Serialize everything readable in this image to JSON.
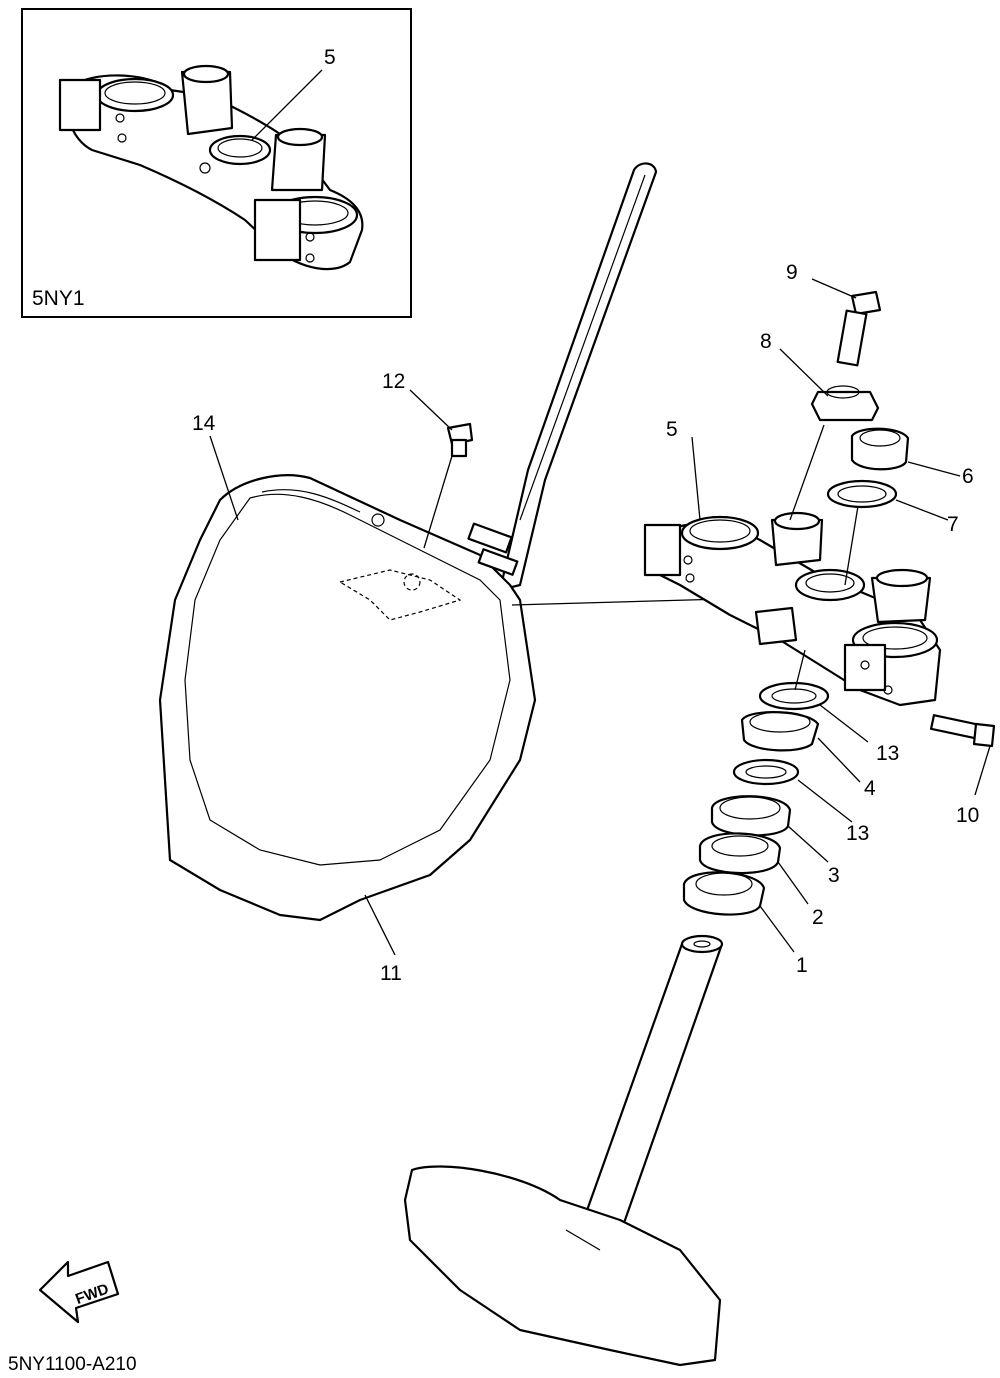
{
  "inset": {
    "model_label": "5NY1",
    "part_label": "5"
  },
  "callouts": {
    "c1": "1",
    "c2": "2",
    "c3": "3",
    "c4": "4",
    "c5": "5",
    "c6": "6",
    "c7": "7",
    "c8": "8",
    "c9": "9",
    "c10": "10",
    "c11": "11",
    "c12": "12",
    "c13a": "13",
    "c13b": "13",
    "c14": "14"
  },
  "fwd_label": "FWD",
  "diagram_code": "5NY1100-A210"
}
